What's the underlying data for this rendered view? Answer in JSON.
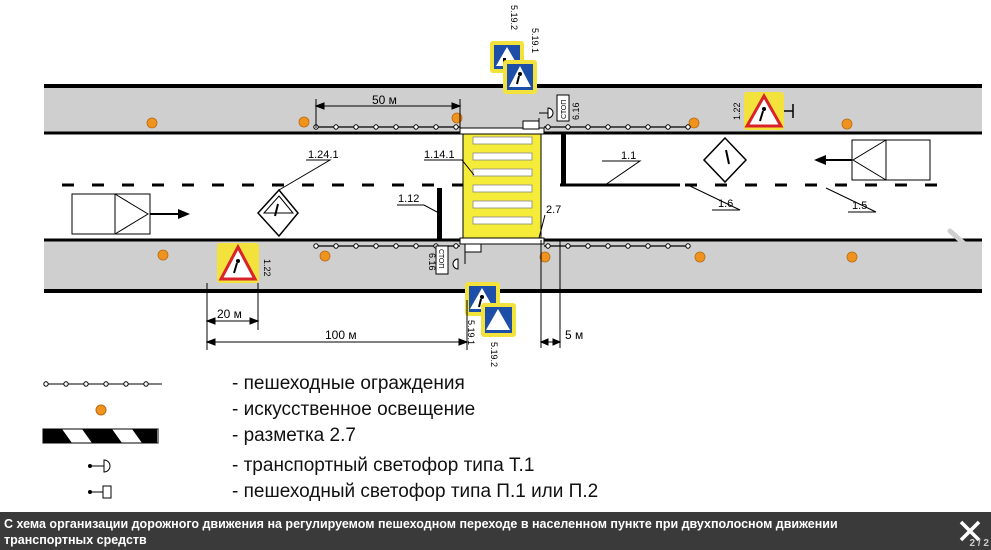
{
  "diagram": {
    "distance_labels": {
      "d50": "50 м",
      "d20": "20 м",
      "d100": "100 м",
      "d5": "5 м"
    },
    "marking_labels": {
      "m1_24_1": "1.24.1",
      "m1_14_1": "1.14.1",
      "m1_1": "1.1",
      "m1_12": "1.12",
      "m1_6": "1.6",
      "m1_5": "1.5",
      "m2_7": "2.7"
    },
    "sign_labels": {
      "s5_19_1_top": "5.19.1",
      "s5_19_2_top": "5.19.2",
      "s5_19_1_bot": "5.19.1",
      "s5_19_2_bot": "5.19.2",
      "s1_22_top": "1.22",
      "s1_22_bot": "1.22",
      "s6_16_top": "6.16",
      "s6_16_bot": "6.16",
      "stop_top": "СТОП",
      "stop_bot": "СТОП"
    }
  },
  "legend": [
    {
      "text": "- пешеходные ограждения",
      "icon": "fence-icon"
    },
    {
      "text": "- искусственное освещение",
      "icon": "lamp-icon"
    },
    {
      "text": "- разметка 2.7",
      "icon": "marking-2-7-icon"
    },
    {
      "text": "- транспортный светофор типа Т.1",
      "icon": "traffic-light-t1-icon"
    },
    {
      "text": "- пешеходный светофор типа П.1 или П.2",
      "icon": "pedestrian-light-icon"
    }
  ],
  "caption": {
    "text": "С хема организации дорожного движения на регулируемом пешеходном переходе в населенном пункте при двухполосном движении транспортных средств",
    "page": "2 / 2"
  },
  "colors": {
    "road": "#cfcfcf",
    "crossing": "#f5ec3a",
    "lamp": "#f0921e",
    "sign_blue": "#1e4fa8",
    "sign_red": "#d8232a",
    "caption_bg": "#3a3a3a"
  }
}
